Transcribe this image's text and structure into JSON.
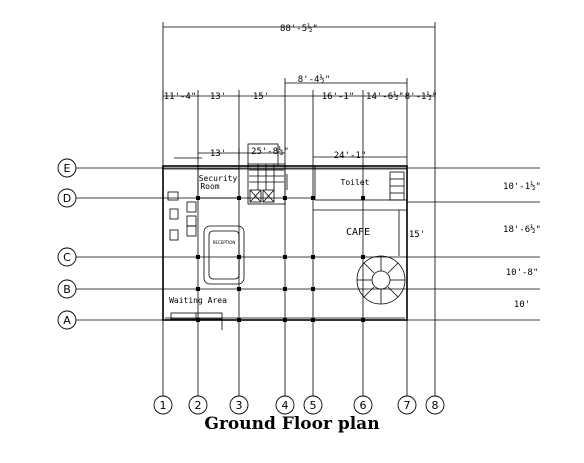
{
  "title": "Ground Floor plan",
  "overall_width": "88'-5½\"",
  "top_dims": [
    "11'-4\"",
    "13'",
    "15'",
    "16'-1\"",
    "14'-6½\"",
    "8'-1½\""
  ],
  "top_dim_upper": "8'-4½\"",
  "inner_dims": [
    "13'",
    "25'-8½\"",
    "24'-1\""
  ],
  "right_dims": [
    "10'-1½\"",
    "18'-6½\"",
    "10'-8\"",
    "10'"
  ],
  "cafe_inner_dim": "15'",
  "rooms": {
    "security": [
      "Security",
      "Room"
    ],
    "toilet": "Toilet",
    "cafe": "CAFE",
    "reception": "RECEPTION",
    "waiting": "Waiting Area"
  },
  "grid_columns": [
    "1",
    "2",
    "3",
    "4",
    "5",
    "6",
    "7",
    "8"
  ],
  "grid_rows": [
    "E",
    "D",
    "C",
    "B",
    "A"
  ]
}
